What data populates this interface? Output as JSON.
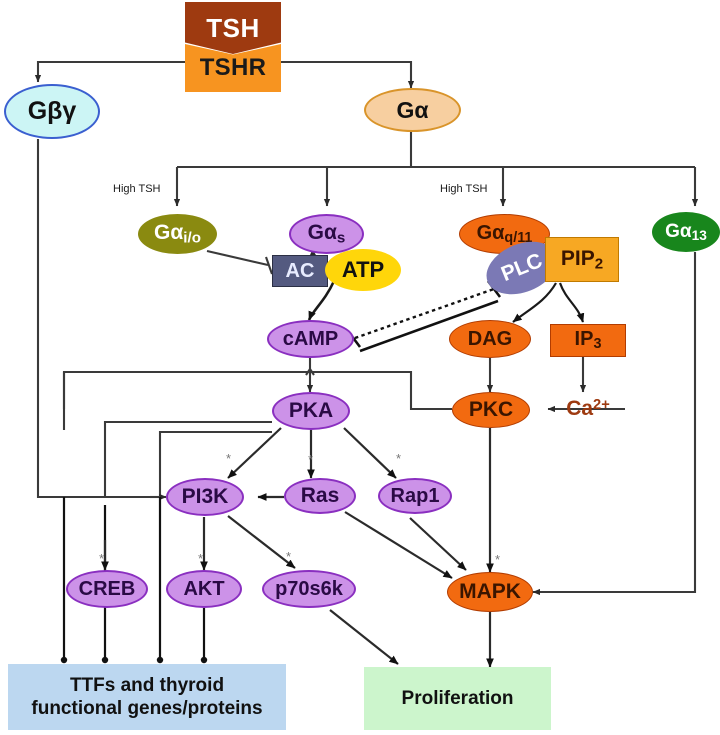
{
  "figure": {
    "title": "TSH / TSHR G-protein signaling pathway",
    "kind": "biological-signaling-diagram"
  },
  "colors": {
    "tsh_fill": "#9e3a10",
    "tshr_fill": "#f79420",
    "gbetagamma_fill": "#ccf5f5",
    "gbetagamma_stroke": "#3a5fd0",
    "galpha_fill": "#f7cfa0",
    "galpha_stroke": "#d9942a",
    "purple_fill": "#cc92e8",
    "purple_stroke": "#8a2fc0",
    "olive_fill": "#8a8a10",
    "orange_fill": "#f26a10",
    "orange_stroke": "#b23c00",
    "green_fill": "#18861c",
    "ac_fill": "#545a80",
    "atp_fill": "#ffd60a",
    "plc_fill": "#7b79b5",
    "pip2_fill": "#f7a823",
    "ip3_fill": "#f26a10",
    "ca_text": "#9e3a10",
    "ttf_box": "#bcd7f0",
    "prolif_box": "#ccf5cc",
    "line": "#3a3a3a"
  },
  "nodes": {
    "tsh": {
      "label": "TSH"
    },
    "tshr": {
      "label": "TSHR"
    },
    "gbetagamma": {
      "label": "Gβγ"
    },
    "galpha": {
      "label": "Gα"
    },
    "galpha_io": {
      "label": "Gα",
      "subscript": "i/o"
    },
    "galpha_s": {
      "label": "Gα",
      "subscript": "s"
    },
    "galpha_q11": {
      "label": "Gα",
      "subscript": "q/11"
    },
    "galpha_13": {
      "label": "Gα",
      "subscript": "13"
    },
    "ac": {
      "label": "AC"
    },
    "atp": {
      "label": "ATP"
    },
    "camp": {
      "label": "cAMP"
    },
    "plc": {
      "label": "PLC"
    },
    "pip2": {
      "label": "PIP",
      "subscript": "2"
    },
    "dag": {
      "label": "DAG"
    },
    "ip3": {
      "label": "IP",
      "subscript": "3"
    },
    "calcium": {
      "label": "Ca",
      "superscript": "2+"
    },
    "pka": {
      "label": "PKA"
    },
    "pkc": {
      "label": "PKC"
    },
    "pi3k": {
      "label": "PI3K"
    },
    "ras": {
      "label": "Ras"
    },
    "rap1": {
      "label": "Rap1"
    },
    "creb": {
      "label": "CREB"
    },
    "akt": {
      "label": "AKT"
    },
    "p70s6k": {
      "label": "p70s6k"
    },
    "mapk": {
      "label": "MAPK"
    },
    "ttf_outcome": {
      "line1": "TTFs and thyroid",
      "line2": "functional genes/proteins"
    },
    "prolif_outcome": {
      "label": "Proliferation"
    }
  },
  "annotations": {
    "high_tsh_left": "High TSH",
    "high_tsh_right": "High TSH",
    "asterisk": "*"
  },
  "edges": [
    {
      "from": "tshr",
      "to": "gbetagamma",
      "kind": "activation"
    },
    {
      "from": "tshr",
      "to": "galpha",
      "kind": "activation"
    },
    {
      "from": "galpha",
      "to": "galpha_io",
      "kind": "activation",
      "label": "High TSH"
    },
    {
      "from": "galpha",
      "to": "galpha_s",
      "kind": "activation"
    },
    {
      "from": "galpha",
      "to": "galpha_q11",
      "kind": "activation",
      "label": "High TSH"
    },
    {
      "from": "galpha",
      "to": "galpha_13",
      "kind": "activation"
    },
    {
      "from": "galpha_io",
      "to": "ac",
      "kind": "inhibition"
    },
    {
      "from": "galpha_s",
      "to": "ac",
      "kind": "activation"
    },
    {
      "from": "atp",
      "to": "camp",
      "kind": "conversion"
    },
    {
      "from": "camp",
      "to": "pka",
      "kind": "activation"
    },
    {
      "from": "pka",
      "to": "plc",
      "kind": "inhibition"
    },
    {
      "from": "camp",
      "to": "plc",
      "kind": "inhibition"
    },
    {
      "from": "galpha_q11",
      "to": "plc",
      "kind": "activation"
    },
    {
      "from": "pip2",
      "to": "dag",
      "kind": "conversion"
    },
    {
      "from": "pip2",
      "to": "ip3",
      "kind": "conversion"
    },
    {
      "from": "dag",
      "to": "pkc",
      "kind": "activation"
    },
    {
      "from": "ip3",
      "to": "calcium",
      "kind": "activation"
    },
    {
      "from": "calcium",
      "to": "pkc",
      "kind": "activation"
    },
    {
      "from": "pka",
      "to": "pkc",
      "kind": "activation"
    },
    {
      "from": "pka",
      "to": "pi3k",
      "kind": "activation",
      "label": "*"
    },
    {
      "from": "pka",
      "to": "ras",
      "kind": "activation",
      "label": "*"
    },
    {
      "from": "pka",
      "to": "rap1",
      "kind": "activation",
      "label": "*"
    },
    {
      "from": "ras",
      "to": "pi3k",
      "kind": "activation"
    },
    {
      "from": "pi3k",
      "to": "akt",
      "kind": "activation",
      "label": "*"
    },
    {
      "from": "pi3k",
      "to": "p70s6k",
      "kind": "activation",
      "label": "*"
    },
    {
      "from": "pka",
      "to": "creb",
      "kind": "activation",
      "label": "*"
    },
    {
      "from": "rap1",
      "to": "mapk",
      "kind": "activation"
    },
    {
      "from": "ras",
      "to": "mapk",
      "kind": "activation"
    },
    {
      "from": "pkc",
      "to": "mapk",
      "kind": "activation",
      "label": "*"
    },
    {
      "from": "galpha_13",
      "to": "mapk",
      "kind": "activation"
    },
    {
      "from": "gbetagamma",
      "to": "pi3k",
      "kind": "activation"
    },
    {
      "from": "mapk",
      "to": "prolif_outcome",
      "kind": "activation"
    },
    {
      "from": "p70s6k",
      "to": "prolif_outcome",
      "kind": "activation"
    },
    {
      "from": "creb",
      "to": "ttf_outcome",
      "kind": "effect"
    },
    {
      "from": "akt",
      "to": "ttf_outcome",
      "kind": "effect"
    },
    {
      "from": "gbetagamma",
      "to": "ttf_outcome",
      "kind": "effect"
    },
    {
      "from": "pka",
      "to": "ttf_outcome",
      "kind": "effect"
    }
  ]
}
